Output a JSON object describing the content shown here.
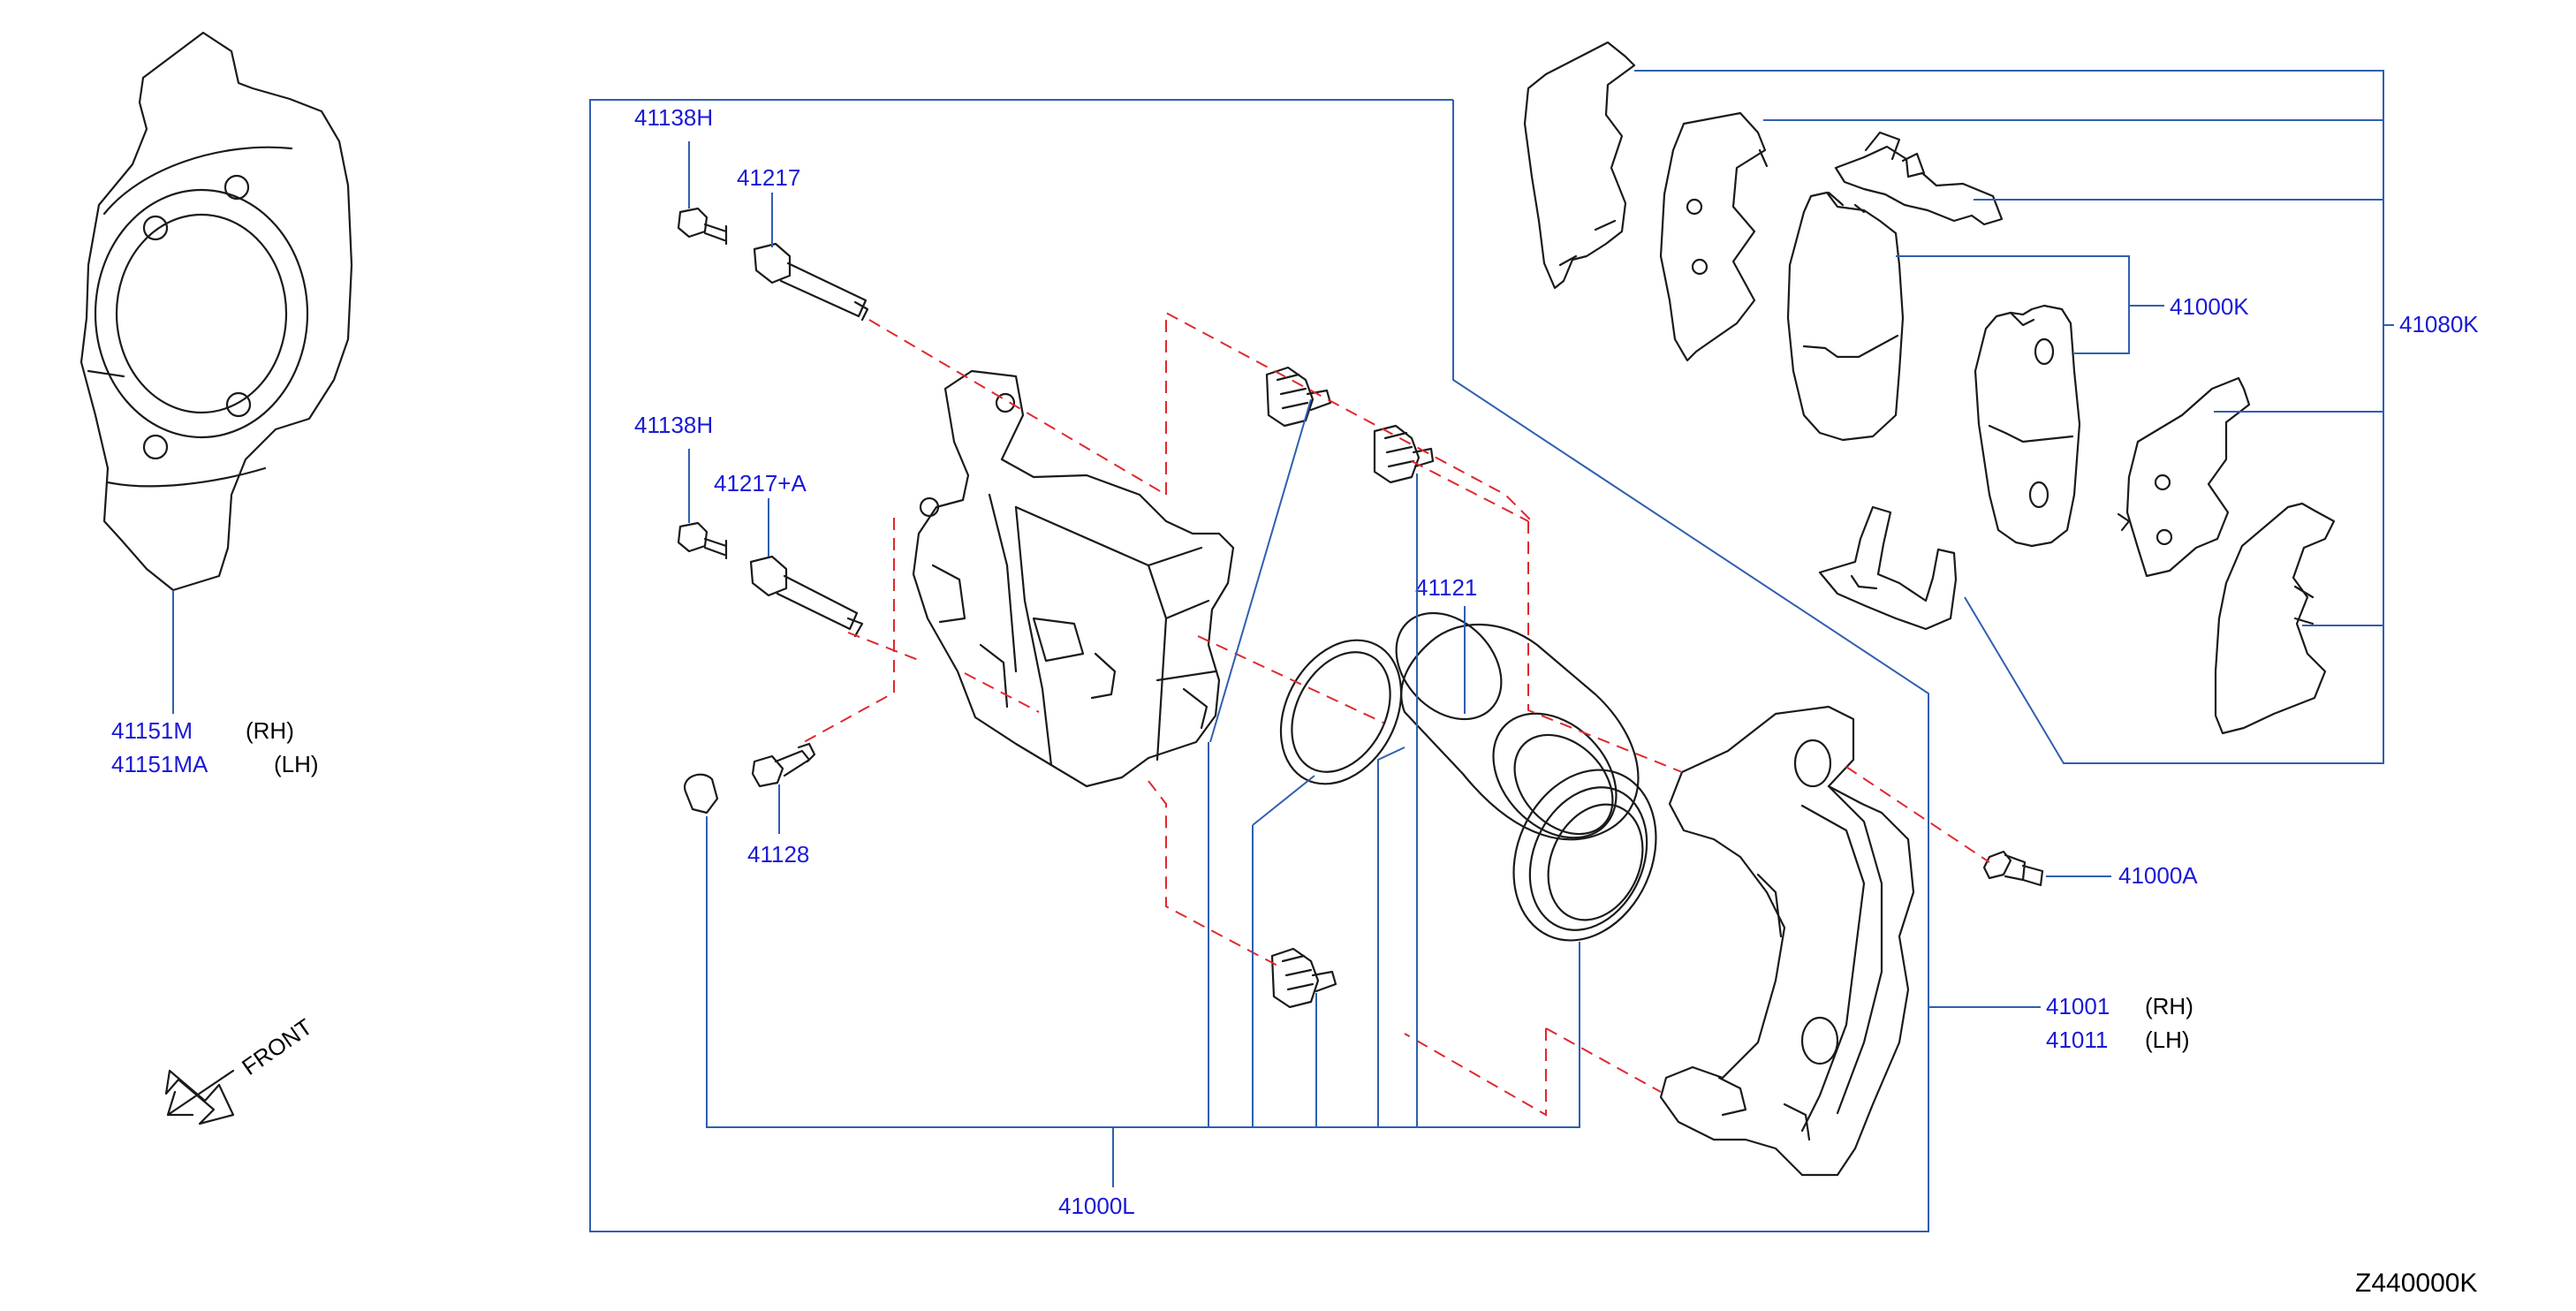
{
  "diagram_code": "Z440000K",
  "direction_label": "FRONT",
  "colors": {
    "label": "#1a1ad6",
    "leader": "#2f5fb0",
    "centerline": "#e0282e",
    "part_outline": "#1a1a1a"
  },
  "labels": {
    "p41151M": "41151M",
    "p41151M_side": "(RH)",
    "p41151MA": "41151MA",
    "p41151MA_side": "(LH)",
    "p41138H_top": "41138H",
    "p41217": "41217",
    "p41138H_mid": "41138H",
    "p41217A": "41217+A",
    "p41128": "41128",
    "p41121": "41121",
    "p41000L": "41000L",
    "p41000K": "41000K",
    "p41080K": "41080K",
    "p41000A": "41000A",
    "p41001": "41001",
    "p41001_side": "(RH)",
    "p41011": "41011",
    "p41011_side": "(LH)"
  }
}
